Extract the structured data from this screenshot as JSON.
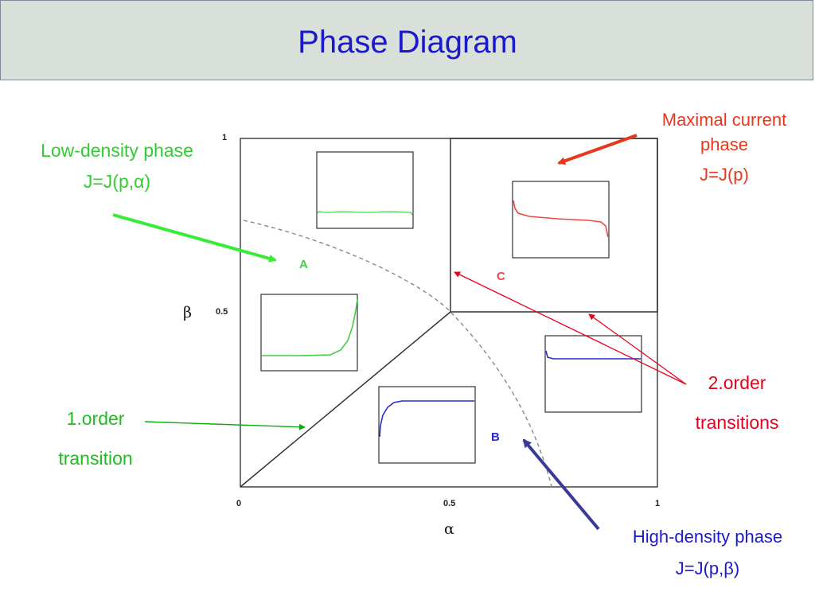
{
  "title": "Phase Diagram",
  "axes": {
    "x_label": "α",
    "y_label": "β",
    "x_ticks": [
      "0",
      "0.5",
      "1"
    ],
    "y_ticks": [
      "1",
      "0.5"
    ]
  },
  "regions": {
    "a": "A",
    "b": "B",
    "c": "C"
  },
  "annotations": {
    "low_density": {
      "line1": "Low-density phase",
      "line2": "J=J(p,α)"
    },
    "max_current": {
      "line1": "Maximal current",
      "line2": "phase",
      "line3": "J=J(p)"
    },
    "first_order": {
      "line1": "1.order",
      "line2": "transition"
    },
    "second_order": {
      "line1": "2.order",
      "line2": "transitions"
    },
    "high_density": {
      "line1": "High-density phase",
      "line2": "J=J(p,β)"
    }
  },
  "colors": {
    "title": "#1a1acc",
    "low_density": "#33cc33",
    "max_current": "#e8381c",
    "high_density": "#1a1acc",
    "first_order_arrow": "#11aa11",
    "second_order_arrow": "#e8001c",
    "high_density_arrow": "#3a3a9a"
  }
}
